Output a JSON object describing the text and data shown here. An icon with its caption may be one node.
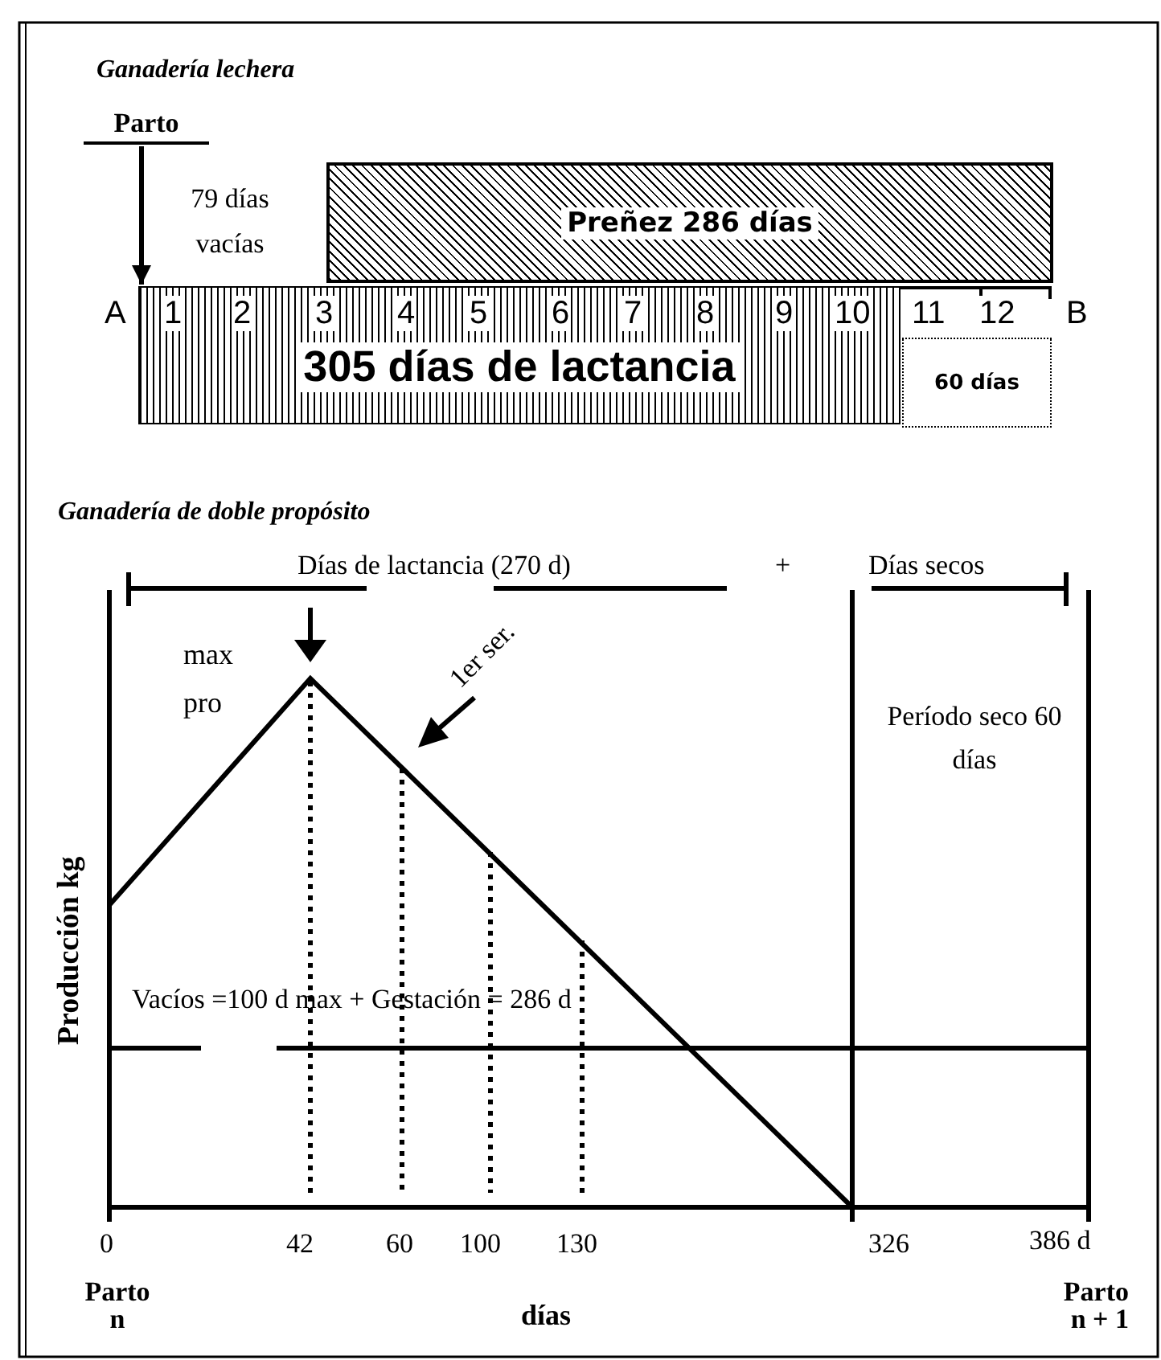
{
  "diagram": {
    "nodes": [
      {
        "text": [
          "Parto"
        ]
      },
      {
        "text": [
          "Preñez 286 días"
        ]
      },
      {
        "text": [
          "305 días de lactancia"
        ]
      },
      {
        "text": [
          "60 días"
        ]
      }
    ],
    "edges": [
      {
        "from": 0,
        "to": 2,
        "arrow": "to"
      }
    ],
    "labels": [
      "Ganadería lechera",
      "79 días vacías",
      "A",
      "1",
      "2",
      "3",
      "4",
      "5",
      "6",
      "7",
      "8",
      "9",
      "10",
      "11",
      "12",
      "B",
      "Ganadería de doble propósito",
      "Días de lactancia (270 d)",
      "+",
      "Días secos",
      "max pro",
      "1er ser.",
      "Período seco 60 días",
      "Producción kg",
      "Vacíos =100 d max + Gestación = 286 d",
      "0",
      "42",
      "60",
      "100",
      "130",
      "326",
      "386 d",
      "Parto n",
      "días",
      "Parto n + 1"
    ]
  }
}
